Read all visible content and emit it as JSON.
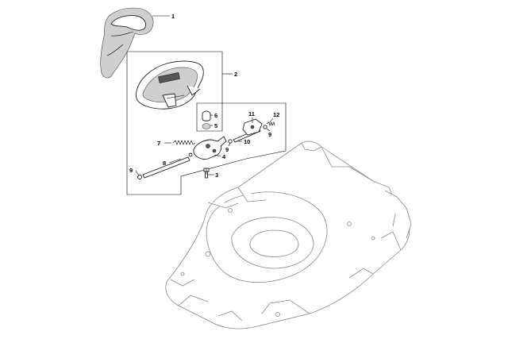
{
  "labels": [
    {
      "id": "callout-1",
      "text": "1"
    },
    {
      "id": "callout-2",
      "text": "2"
    },
    {
      "id": "callout-3",
      "text": "3"
    },
    {
      "id": "callout-4",
      "text": "4"
    },
    {
      "id": "callout-5",
      "text": "5"
    },
    {
      "id": "callout-6",
      "text": "6"
    },
    {
      "id": "callout-7",
      "text": "7"
    },
    {
      "id": "callout-8",
      "text": "8"
    },
    {
      "id": "callout-9a",
      "text": "9"
    },
    {
      "id": "callout-9b",
      "text": "9"
    },
    {
      "id": "callout-9c",
      "text": "9"
    },
    {
      "id": "callout-10",
      "text": "10"
    },
    {
      "id": "callout-11",
      "text": "11"
    },
    {
      "id": "callout-12",
      "text": "12"
    }
  ],
  "colors": {
    "line": "#000000",
    "background": "#ffffff",
    "shade": "#cfcfcf"
  }
}
